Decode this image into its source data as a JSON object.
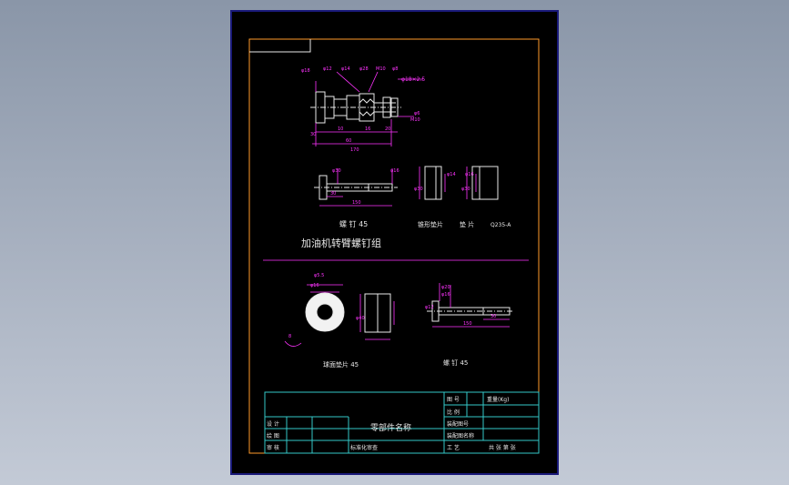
{
  "colors": {
    "border": "#ff9a2a",
    "outline": "#e8e8e8",
    "dimension": "#ff33ff",
    "table_line": "#35c8c8",
    "sheet": "#000000"
  },
  "assembly": {
    "dims": {
      "d1": "φ18×2.5",
      "d2": "M10",
      "d3": "φ28",
      "d4": "φ18",
      "d5": "φ12",
      "d6": "φ14",
      "d7": "φ8",
      "d8": "φ6",
      "d9": "M10",
      "d10": "60",
      "d11": "30",
      "d12": "10",
      "d13": "16",
      "d14": "20",
      "d15": "170"
    }
  },
  "parts": {
    "screw_top": {
      "d1": "φ30",
      "d2": "φ16",
      "d3": "30",
      "d4": "150"
    },
    "gasket_a": {
      "d1": "φ30",
      "d2": "φ14"
    },
    "gasket_b": {
      "d1": "φ30",
      "d2": "φ16"
    },
    "screw_top_label": "螺  钉     45",
    "gasket_a_label": "锥形垫片",
    "gasket_b_label": "垫  片",
    "gasket_b_material": "Q235-A"
  },
  "title_main": "加油机转臂螺钉组",
  "lower": {
    "washer_dims": {
      "d1": "φ5.5",
      "d2": "φ16",
      "d3": "φ40",
      "d4": "8"
    },
    "washer_label": "球面垫片       45",
    "screw_dims": {
      "d1": "φ20",
      "d2": "φ16",
      "d3": "φ12",
      "d4": "30",
      "d5": "150"
    },
    "screw_label": "螺  钉       45"
  },
  "table": {
    "r_code_label": "图  号",
    "r_weight_label": "重量(Kg)",
    "r_scale_label": "比  例",
    "design": "设  计",
    "drawing": "绘  图",
    "review": "审  核",
    "part_name": "零部件名称",
    "assembly_no": "装配图号",
    "assembly_name": "装配图名称",
    "std_review": "标准化审查",
    "craft": "工  艺",
    "sheets": "共  张  第  张"
  }
}
